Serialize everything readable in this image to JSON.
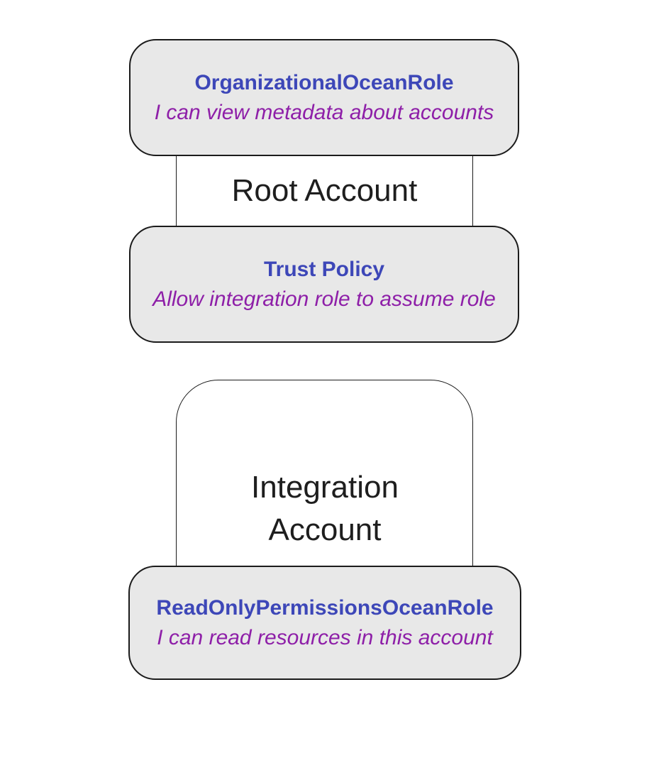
{
  "root_account": {
    "label": "Root Account",
    "role_node": {
      "title": "OrganizationalOceanRole",
      "description": "I can view metadata about accounts"
    },
    "policy_node": {
      "title": "Trust Policy",
      "description": "Allow integration role to assume role"
    }
  },
  "integration_account": {
    "label": "Integration Account",
    "role_node": {
      "title": "ReadOnlyPermissionsOceanRole",
      "description": "I can read resources in this account"
    }
  },
  "colors": {
    "background": "#ffffff",
    "node_fill": "#e8e8e8",
    "node_border": "#1b1b1b",
    "container_border": "#1b1b1b",
    "title_color": "#3d47b8",
    "description_color": "#8e1fa8",
    "label_color": "#1e1e1e"
  }
}
